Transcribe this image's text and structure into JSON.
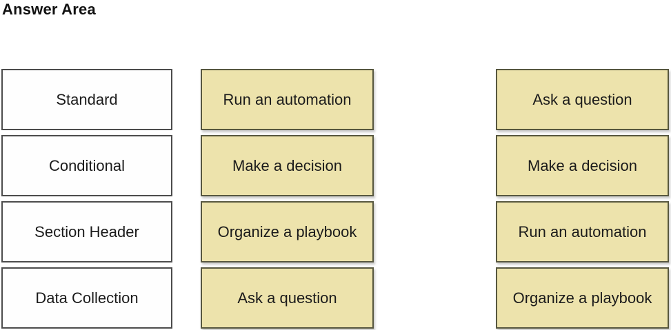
{
  "title": "Answer Area",
  "colors": {
    "target_fill": "#fefefe",
    "target_border": "#4c4c4c",
    "option_fill": "#ede3ac",
    "option_border": "#57573f",
    "text": "#1b1b1b"
  },
  "categories": [
    {
      "label": "Standard"
    },
    {
      "label": "Conditional"
    },
    {
      "label": "Section Header"
    },
    {
      "label": "Data Collection"
    }
  ],
  "options": [
    {
      "label": "Run an automation"
    },
    {
      "label": "Make a decision"
    },
    {
      "label": "Organize a playbook"
    },
    {
      "label": "Ask a question"
    }
  ],
  "answers": [
    {
      "label": "Ask a question"
    },
    {
      "label": "Make a decision"
    },
    {
      "label": "Run an automation"
    },
    {
      "label": "Organize a playbook"
    }
  ]
}
